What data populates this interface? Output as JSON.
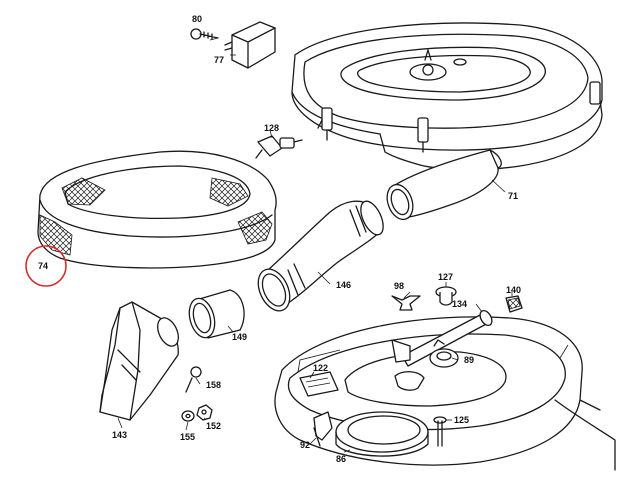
{
  "parts": [
    {
      "id": "p80",
      "label": "80"
    },
    {
      "id": "p77",
      "label": "77"
    },
    {
      "id": "p128",
      "label": "128"
    },
    {
      "id": "p71",
      "label": "71"
    },
    {
      "id": "p74",
      "label": "74",
      "highlighted": true
    },
    {
      "id": "p146",
      "label": "146"
    },
    {
      "id": "p98",
      "label": "98"
    },
    {
      "id": "p127",
      "label": "127"
    },
    {
      "id": "p140",
      "label": "140"
    },
    {
      "id": "p134",
      "label": "134"
    },
    {
      "id": "p149",
      "label": "149"
    },
    {
      "id": "p122",
      "label": "122"
    },
    {
      "id": "p89",
      "label": "89"
    },
    {
      "id": "p158",
      "label": "158"
    },
    {
      "id": "p143",
      "label": "143"
    },
    {
      "id": "p155",
      "label": "155"
    },
    {
      "id": "p152",
      "label": "152"
    },
    {
      "id": "p125",
      "label": "125"
    },
    {
      "id": "p92",
      "label": "92"
    },
    {
      "id": "p86",
      "label": "86"
    }
  ],
  "colors": {
    "highlight": "#d0312d",
    "line": "#1a1a1a",
    "background": "#ffffff"
  }
}
